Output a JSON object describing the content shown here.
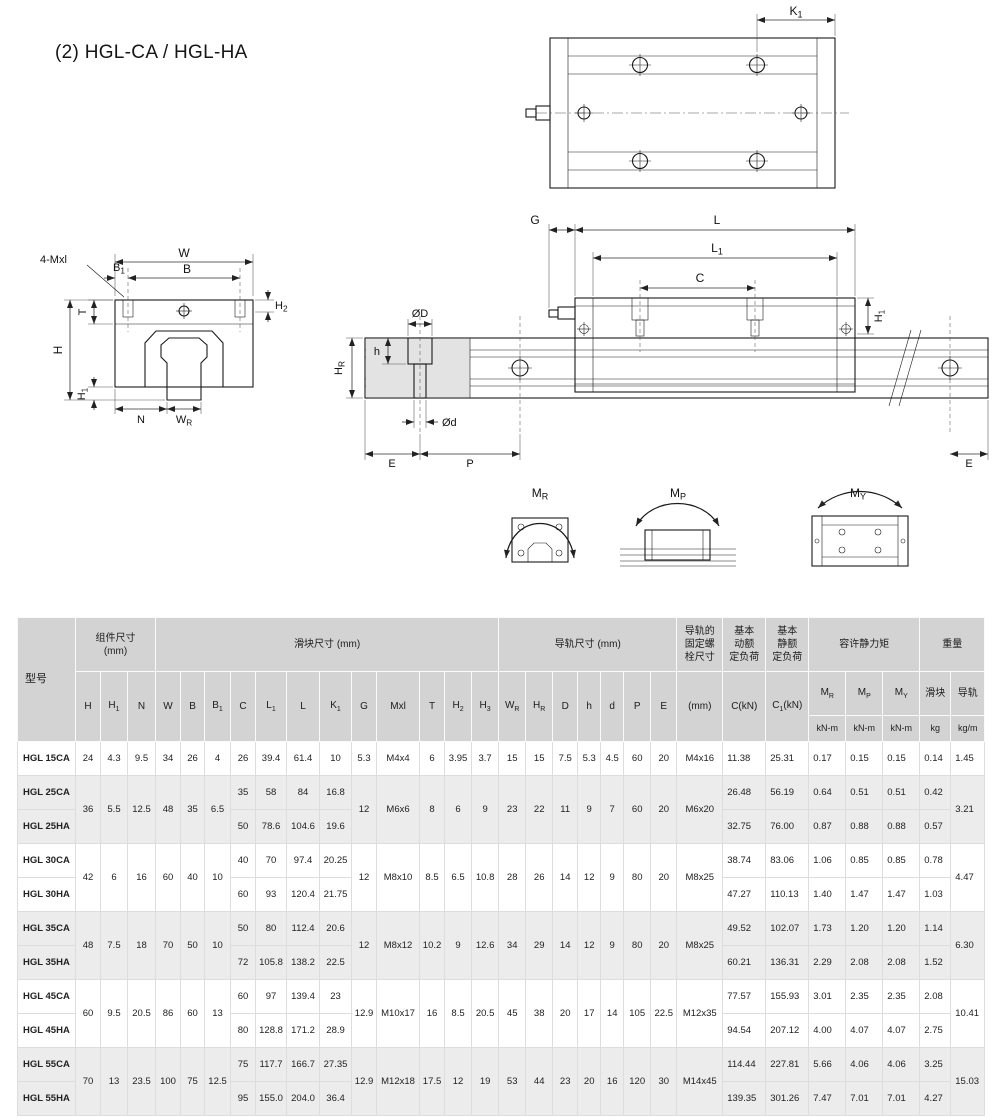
{
  "page": {
    "title": "(2) HGL-CA / HGL-HA"
  },
  "drawings": {
    "plan": {
      "k1": "K_{1}"
    },
    "front": {
      "four_mxl": "4-Mxl",
      "w": "W",
      "b": "B",
      "b1": "B_{1}",
      "h2": "H_{2}",
      "t": "T",
      "h": "H",
      "h1": "H_{1}",
      "n": "N",
      "wr": "W_{R}"
    },
    "side": {
      "g": "G",
      "l": "L",
      "l1": "L_{1}",
      "c": "C",
      "od_big": "ØD",
      "od_small": "Ød",
      "h_depth": "h",
      "hr": "H_{R}",
      "h1": "H_{1}",
      "e_left": "E",
      "p": "P",
      "e_right": "E"
    },
    "moments": {
      "mr": "M_{R}",
      "mp": "M_{P}",
      "my": "M_{Y}"
    }
  },
  "table": {
    "header": {
      "model": "型号",
      "groups": {
        "component": "组件尺寸\n(mm)",
        "block": "滑块尺寸 (mm)",
        "rail": "导轨尺寸 (mm)",
        "bolt": "导轨的\n固定螺\n栓尺寸",
        "dynamic_load": "基本\n动额\n定负荷",
        "static_load": "基本\n静额\n定负荷",
        "moment": "容许静力矩",
        "weight": "重量"
      },
      "cols": [
        "H",
        "H_{1}",
        "N",
        "W",
        "B",
        "B_{1}",
        "C",
        "L_{1}",
        "L",
        "K_{1}",
        "G",
        "Mxl",
        "T",
        "H_{2}",
        "H_{3}",
        "W_{R}",
        "H_{R}",
        "D",
        "h",
        "d",
        "P",
        "E",
        "(mm)",
        "C(kN)",
        "C_{1}(kN)",
        "M_{R}",
        "M_{P}",
        "M_{Y}",
        "滑块",
        "导轨"
      ],
      "units": [
        "kN-m",
        "kN-m",
        "kN-m",
        "kg",
        "kg/m"
      ]
    },
    "rows": [
      {
        "shade": false,
        "cells": [
          "HGL 15CA",
          "24",
          "4.3",
          "9.5",
          "34",
          "26",
          "4",
          "26",
          "39.4",
          "61.4",
          "10",
          "5.3",
          "M4x4",
          "6",
          "3.95",
          "3.7",
          "15",
          "15",
          "7.5",
          "5.3",
          "4.5",
          "60",
          "20",
          "M4x16",
          "11.38",
          "25.31",
          "0.17",
          "0.15",
          "0.15",
          "0.14",
          "1.45"
        ]
      },
      {
        "shade": true,
        "cells": [
          "HGL 25CA",
          [
            "36",
            2
          ],
          [
            "5.5",
            2
          ],
          [
            "12.5",
            2
          ],
          [
            "48",
            2
          ],
          [
            "35",
            2
          ],
          [
            "6.5",
            2
          ],
          "35",
          "58",
          "84",
          "16.8",
          [
            "12",
            2
          ],
          [
            "M6x6",
            2
          ],
          [
            "8",
            2
          ],
          [
            "6",
            2
          ],
          [
            "9",
            2
          ],
          [
            "23",
            2
          ],
          [
            "22",
            2
          ],
          [
            "11",
            2
          ],
          [
            "9",
            2
          ],
          [
            "7",
            2
          ],
          [
            "60",
            2
          ],
          [
            "20",
            2
          ],
          [
            "M6x20",
            2
          ],
          "26.48",
          "56.19",
          "0.64",
          "0.51",
          "0.51",
          "0.42",
          [
            "3.21",
            2
          ]
        ]
      },
      {
        "shade": true,
        "cells": [
          "HGL 25HA",
          "50",
          "78.6",
          "104.6",
          "19.6",
          "32.75",
          "76.00",
          "0.87",
          "0.88",
          "0.88",
          "0.57"
        ]
      },
      {
        "shade": false,
        "cells": [
          "HGL 30CA",
          [
            "42",
            2
          ],
          [
            "6",
            2
          ],
          [
            "16",
            2
          ],
          [
            "60",
            2
          ],
          [
            "40",
            2
          ],
          [
            "10",
            2
          ],
          "40",
          "70",
          "97.4",
          "20.25",
          [
            "12",
            2
          ],
          [
            "M8x10",
            2
          ],
          [
            "8.5",
            2
          ],
          [
            "6.5",
            2
          ],
          [
            "10.8",
            2
          ],
          [
            "28",
            2
          ],
          [
            "26",
            2
          ],
          [
            "14",
            2
          ],
          [
            "12",
            2
          ],
          [
            "9",
            2
          ],
          [
            "80",
            2
          ],
          [
            "20",
            2
          ],
          [
            "M8x25",
            2
          ],
          "38.74",
          "83.06",
          "1.06",
          "0.85",
          "0.85",
          "0.78",
          [
            "4.47",
            2
          ]
        ]
      },
      {
        "shade": false,
        "cells": [
          "HGL 30HA",
          "60",
          "93",
          "120.4",
          "21.75",
          "47.27",
          "110.13",
          "1.40",
          "1.47",
          "1.47",
          "1.03"
        ]
      },
      {
        "shade": true,
        "cells": [
          "HGL 35CA",
          [
            "48",
            2
          ],
          [
            "7.5",
            2
          ],
          [
            "18",
            2
          ],
          [
            "70",
            2
          ],
          [
            "50",
            2
          ],
          [
            "10",
            2
          ],
          "50",
          "80",
          "112.4",
          "20.6",
          [
            "12",
            2
          ],
          [
            "M8x12",
            2
          ],
          [
            "10.2",
            2
          ],
          [
            "9",
            2
          ],
          [
            "12.6",
            2
          ],
          [
            "34",
            2
          ],
          [
            "29",
            2
          ],
          [
            "14",
            2
          ],
          [
            "12",
            2
          ],
          [
            "9",
            2
          ],
          [
            "80",
            2
          ],
          [
            "20",
            2
          ],
          [
            "M8x25",
            2
          ],
          "49.52",
          "102.07",
          "1.73",
          "1.20",
          "1.20",
          "1.14",
          [
            "6.30",
            2
          ]
        ]
      },
      {
        "shade": true,
        "cells": [
          "HGL 35HA",
          "72",
          "105.8",
          "138.2",
          "22.5",
          "60.21",
          "136.31",
          "2.29",
          "2.08",
          "2.08",
          "1.52"
        ]
      },
      {
        "shade": false,
        "cells": [
          "HGL 45CA",
          [
            "60",
            2
          ],
          [
            "9.5",
            2
          ],
          [
            "20.5",
            2
          ],
          [
            "86",
            2
          ],
          [
            "60",
            2
          ],
          [
            "13",
            2
          ],
          "60",
          "97",
          "139.4",
          "23",
          [
            "12.9",
            2
          ],
          [
            "M10x17",
            2
          ],
          [
            "16",
            2
          ],
          [
            "8.5",
            2
          ],
          [
            "20.5",
            2
          ],
          [
            "45",
            2
          ],
          [
            "38",
            2
          ],
          [
            "20",
            2
          ],
          [
            "17",
            2
          ],
          [
            "14",
            2
          ],
          [
            "105",
            2
          ],
          [
            "22.5",
            2
          ],
          [
            "M12x35",
            2
          ],
          "77.57",
          "155.93",
          "3.01",
          "2.35",
          "2.35",
          "2.08",
          [
            "10.41",
            2
          ]
        ]
      },
      {
        "shade": false,
        "cells": [
          "HGL 45HA",
          "80",
          "128.8",
          "171.2",
          "28.9",
          "94.54",
          "207.12",
          "4.00",
          "4.07",
          "4.07",
          "2.75"
        ]
      },
      {
        "shade": true,
        "cells": [
          "HGL 55CA",
          [
            "70",
            2
          ],
          [
            "13",
            2
          ],
          [
            "23.5",
            2
          ],
          [
            "100",
            2
          ],
          [
            "75",
            2
          ],
          [
            "12.5",
            2
          ],
          "75",
          "117.7",
          "166.7",
          "27.35",
          [
            "12.9",
            2
          ],
          [
            "M12x18",
            2
          ],
          [
            "17.5",
            2
          ],
          [
            "12",
            2
          ],
          [
            "19",
            2
          ],
          [
            "53",
            2
          ],
          [
            "44",
            2
          ],
          [
            "23",
            2
          ],
          [
            "20",
            2
          ],
          [
            "16",
            2
          ],
          [
            "120",
            2
          ],
          [
            "30",
            2
          ],
          [
            "M14x45",
            2
          ],
          "114.44",
          "227.81",
          "5.66",
          "4.06",
          "4.06",
          "3.25",
          [
            "15.03",
            2
          ]
        ]
      },
      {
        "shade": true,
        "cells": [
          "HGL 55HA",
          "95",
          "155.0",
          "204.0",
          "36.4",
          "139.35",
          "301.26",
          "7.47",
          "7.01",
          "7.01",
          "4.27"
        ]
      }
    ]
  }
}
